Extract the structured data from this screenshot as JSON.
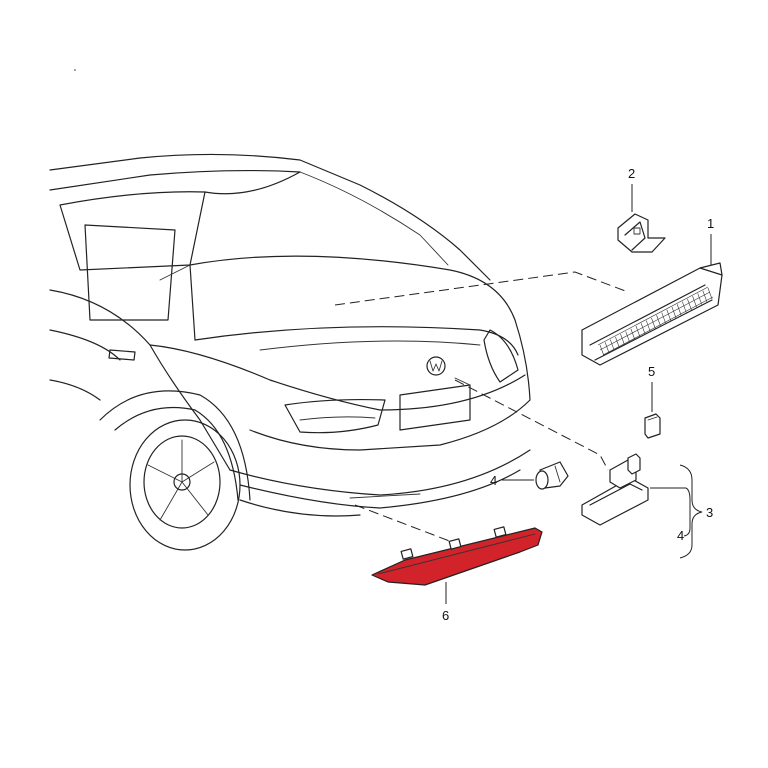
{
  "diagram": {
    "accent_color": "#d2232a",
    "callouts": {
      "c1": "1",
      "c2": "2",
      "c3": "3",
      "c4a": "4",
      "c4b": "4",
      "c5": "5",
      "c6": "6"
    },
    "parts": [
      {
        "ref": "1",
        "icon": "third-brake-light"
      },
      {
        "ref": "2",
        "icon": "mounting-bracket"
      },
      {
        "ref": "3",
        "icon": "license-plate-light-assembly"
      },
      {
        "ref": "4",
        "icon": "bulb"
      },
      {
        "ref": "5",
        "icon": "clip"
      },
      {
        "ref": "6",
        "icon": "rear-reflector"
      }
    ]
  }
}
